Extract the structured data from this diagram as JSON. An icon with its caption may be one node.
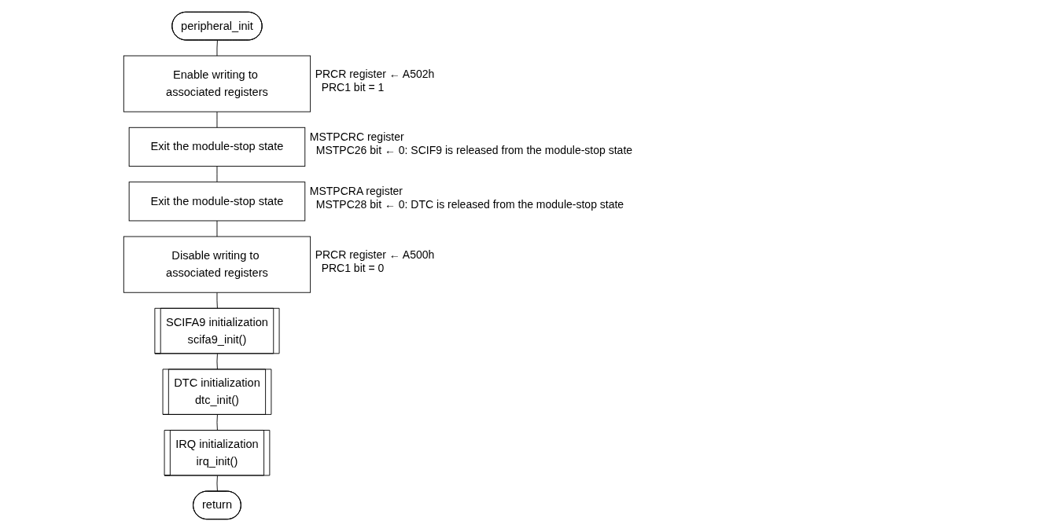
{
  "diagram": {
    "nodes": [
      {
        "text": [
          "peripheral_init"
        ]
      },
      {
        "text": [
          "Enable writing to associated registers"
        ],
        "beside": [
          "PRCR register ← A502h",
          "PRC1 bit = 1"
        ]
      },
      {
        "text": [
          "Exit the module-stop state"
        ],
        "beside": [
          "MSTPCRC register",
          "MSTPC26 bit ← 0: SCIF9 is released from the module-stop state"
        ]
      },
      {
        "text": [
          "Exit the module-stop state"
        ],
        "beside": [
          "MSTPCRA register",
          "MSTPC28 bit ← 0: DTC is released from the module-stop state"
        ]
      },
      {
        "text": [
          "Disable writing to associated registers"
        ],
        "beside": [
          "PRCR register ← A500h",
          "PRC1 bit = 0"
        ]
      },
      {
        "text": [
          "SCIFA9 initialization",
          "scifa9_init()"
        ]
      },
      {
        "text": [
          "DTC initialization",
          "dtc_init()"
        ]
      },
      {
        "text": [
          "IRQ initialization",
          "irq_init()"
        ]
      },
      {
        "text": [
          "return"
        ]
      }
    ],
    "edges": [
      {
        "from": 0,
        "to": 1,
        "arrow": "none"
      },
      {
        "from": 1,
        "to": 2,
        "arrow": "none"
      },
      {
        "from": 2,
        "to": 3,
        "arrow": "none"
      },
      {
        "from": 3,
        "to": 4,
        "arrow": "none"
      },
      {
        "from": 4,
        "to": 5,
        "arrow": "none"
      },
      {
        "from": 5,
        "to": 6,
        "arrow": "none"
      },
      {
        "from": 6,
        "to": 7,
        "arrow": "none"
      },
      {
        "from": 7,
        "to": 8,
        "arrow": "none"
      }
    ]
  }
}
